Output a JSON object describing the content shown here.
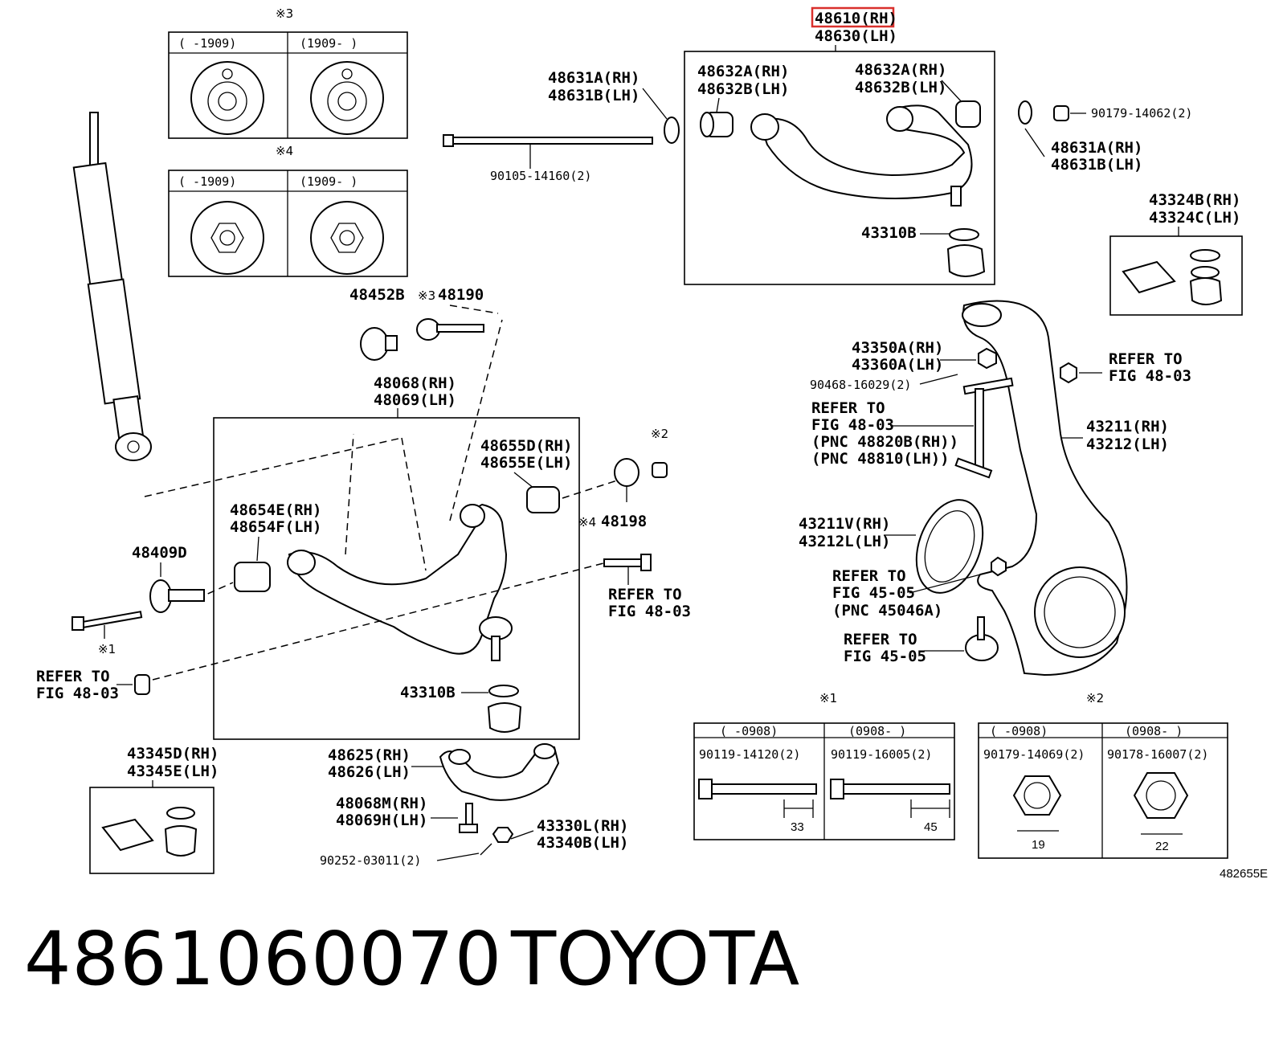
{
  "highlight_color": "#d9302c",
  "fig_id": "482655E",
  "footer": {
    "part_number": "4861060070",
    "brand": "TOYOTA"
  },
  "notes": {
    "n1": "※1",
    "n2": "※2",
    "n3": "※3",
    "n4": "※4",
    "n3_inline": "※3",
    "n4_inline": "※4"
  },
  "cam3": {
    "left": "(    -1909)",
    "right": "(1909-    )"
  },
  "cam4": {
    "left": "(    -1909)",
    "right": "(1909-    )"
  },
  "table1": {
    "col1_range": "(    -0908)",
    "col2_range": "(0908-     )",
    "col1_part": "90119-14120(2)",
    "col2_part": "90119-16005(2)",
    "col1_dim": "33",
    "col2_dim": "45"
  },
  "table2": {
    "col1_range": "(    -0908)",
    "col2_range": "(0908-     )",
    "col1_part": "90179-14069(2)",
    "col2_part": "90178-16007(2)",
    "col1_dim": "19",
    "col2_dim": "22"
  },
  "labels": {
    "upper_arm_rh": "48610(RH)",
    "upper_arm_lh": "48630(LH)",
    "bush_a_rh": "48632A(RH)",
    "bush_b_lh": "48632B(LH)",
    "bush2_a_rh": "48632A(RH)",
    "bush2_b_lh": "48632B(LH)",
    "washer_a_rh": "48631A(RH)",
    "washer_b_lh": "48631B(LH)",
    "washer2_a_rh": "48631A(RH)",
    "washer2_b_lh": "48631B(LH)",
    "nut_upper": "90179-14062(2)",
    "bolt_upper": "90105-14160(2)",
    "boot_upper": "43310B",
    "kit_b_rh": "43324B(RH)",
    "kit_c_lh": "43324C(LH)",
    "cam_plate": "48452B",
    "cam_bolt": "48190",
    "lower_arm_rh": "48068(RH)",
    "lower_arm_lh": "48069(LH)",
    "lbush_d_rh": "48655D(RH)",
    "lbush_e_lh": "48655E(LH)",
    "lbush2_e_rh": "48654E(RH)",
    "lbush2_f_lh": "48654F(LH)",
    "cam_plate2": "48409D",
    "washer_lower": "48198",
    "refer1a": "REFER TO",
    "refer1b": "FIG 48-03",
    "refer2a": "REFER TO",
    "refer2b": "FIG 48-03",
    "boot_lower": "43310B",
    "kit_d_rh": "43345D(RH)",
    "kit_e_lh": "43345E(LH)",
    "stop_rh": "48625(RH)",
    "stop_lh": "48626(LH)",
    "stopbolt_rh": "48068M(RH)",
    "stopbolt_lh": "48069H(LH)",
    "nut_l_rh": "43330L(RH)",
    "nut_b_lh": "43340B(LH)",
    "cotter": "90252-03011(2)",
    "knuckle_a_rh": "43350A(RH)",
    "knuckle_a_lh": "43360A(LH)",
    "bolt_90468": "90468-16029(2)",
    "refer3a": "REFER TO",
    "refer3b": "FIG 48-03",
    "refer3c": "(PNC 48820B(RH))",
    "refer3d": "(PNC 48810(LH))",
    "refer4a": "REFER TO",
    "refer4b": "FIG 48-03",
    "knuckle_rh": "43211(RH)",
    "knuckle_lh": "43212(LH)",
    "seal_rh": "43211V(RH)",
    "seal_lh": "43212L(LH)",
    "refer5a": "REFER TO",
    "refer5b": "FIG 45-05",
    "refer5c": "(PNC 45046A)",
    "refer6a": "REFER TO",
    "refer6b": "FIG 45-05"
  }
}
